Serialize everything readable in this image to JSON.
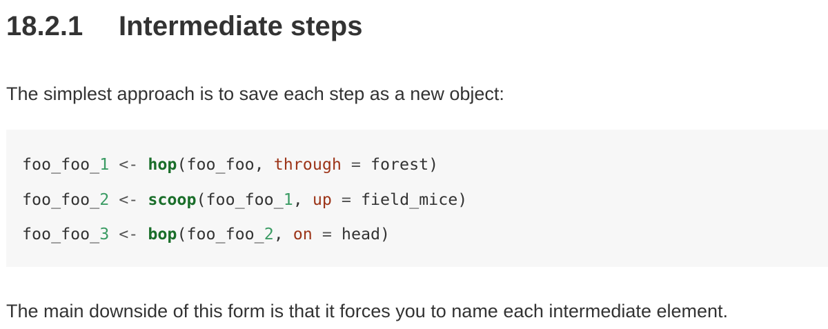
{
  "heading": {
    "number": "18.2.1",
    "title": "Intermediate steps"
  },
  "intro_text": "The simplest approach is to save each step as a new object:",
  "code": {
    "lines": [
      {
        "var_prefix": "foo_foo_",
        "var_num": "1",
        "assign": " <- ",
        "fn": "hop",
        "open": "(",
        "arg1_prefix": "foo_foo",
        "arg1_num": "",
        "comma": ", ",
        "param": "through",
        "eq": " = ",
        "value": "forest",
        "close": ")"
      },
      {
        "var_prefix": "foo_foo_",
        "var_num": "2",
        "assign": " <- ",
        "fn": "scoop",
        "open": "(",
        "arg1_prefix": "foo_foo_",
        "arg1_num": "1",
        "comma": ", ",
        "param": "up",
        "eq": " = ",
        "value": "field_mice",
        "close": ")"
      },
      {
        "var_prefix": "foo_foo_",
        "var_num": "3",
        "assign": " <- ",
        "fn": "bop",
        "open": "(",
        "arg1_prefix": "foo_foo_",
        "arg1_num": "2",
        "comma": ", ",
        "param": "on",
        "eq": " = ",
        "value": "head",
        "close": ")"
      }
    ]
  },
  "outro_text": "The main downside of this form is that it forces you to name each intermediate element.",
  "colors": {
    "text": "#333333",
    "code_background": "#f7f7f7",
    "number_literal": "#3a9b63",
    "function_name": "#1a6e2a",
    "argument_name": "#9c3418"
  }
}
